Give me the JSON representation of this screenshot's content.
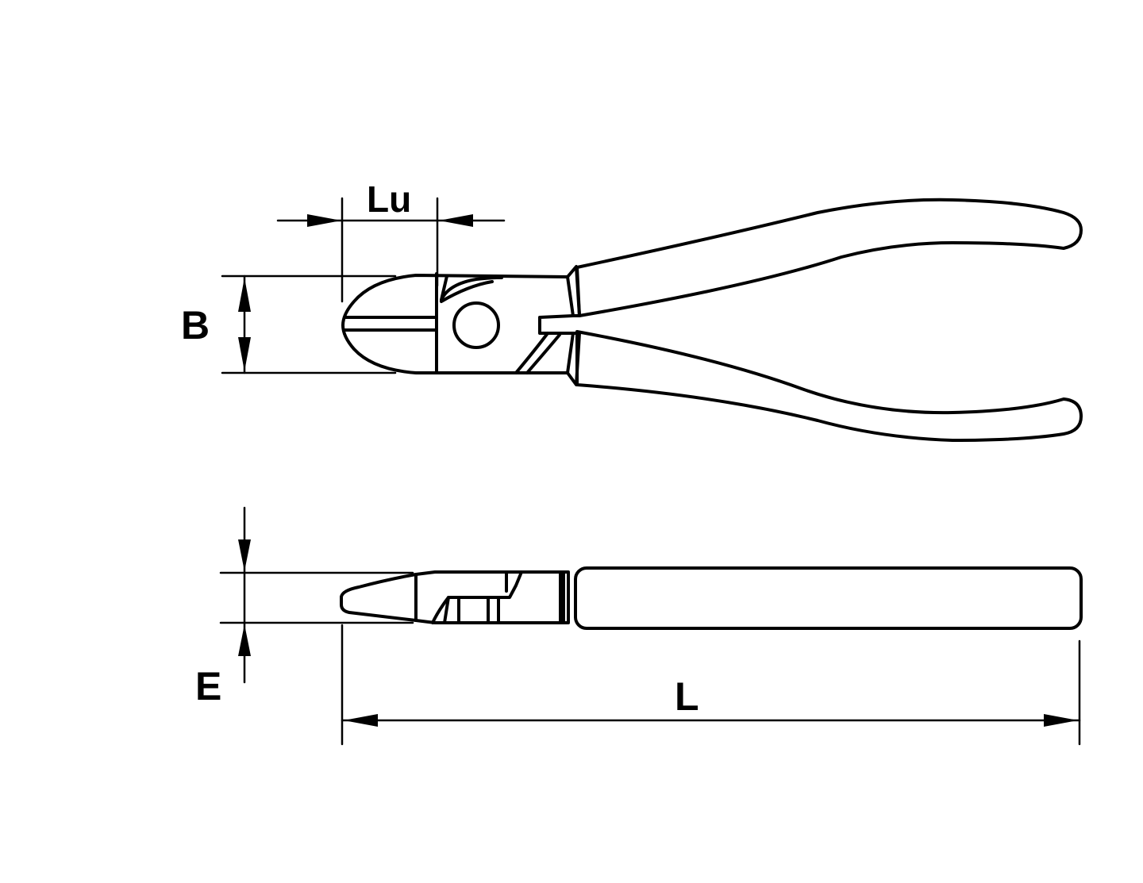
{
  "diagram": {
    "subject": "diagonal cutting pliers technical drawing",
    "views": [
      "side view",
      "top view"
    ],
    "stroke_color": "#000000",
    "background": "#ffffff",
    "dimensions": {
      "lu": "Lu",
      "b": "B",
      "e": "E",
      "l": "L"
    }
  }
}
